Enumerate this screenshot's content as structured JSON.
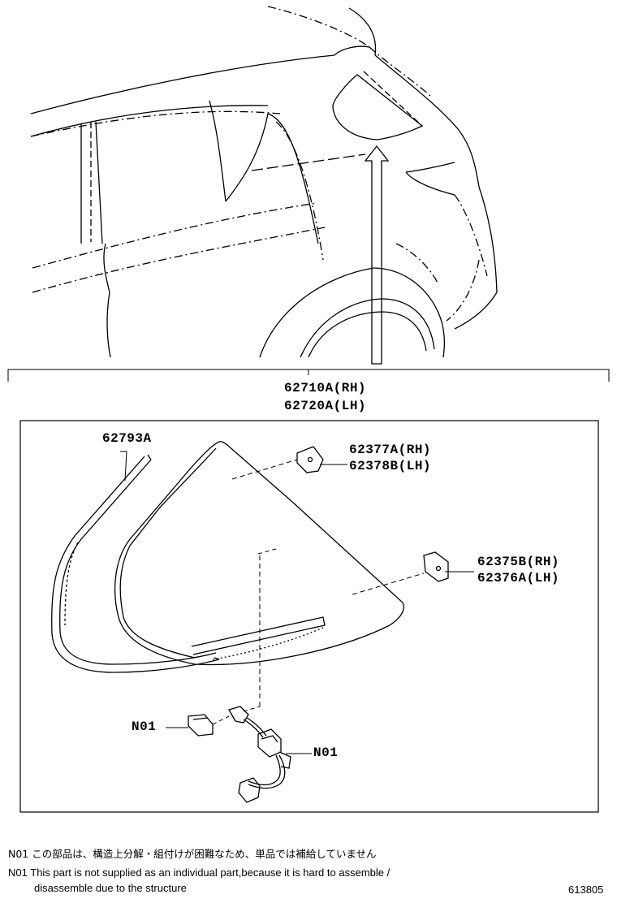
{
  "labels": {
    "glass_rh": "62710A(RH)",
    "glass_lh": "62720A(LH)",
    "molding": "62793A",
    "clip_a_rh": "62377A(RH)",
    "clip_a_lh": "62378B(LH)",
    "clip_b_rh": "62375B(RH)",
    "clip_b_lh": "62376A(LH)",
    "n01_left": "N01",
    "n01_right": "N01"
  },
  "notes": {
    "n01_jp_code": "N01",
    "n01_jp": "この部品は、構造上分解・組付けが困難なため、単品では補給していません",
    "n01_en_code": "N01",
    "n01_en_line1": "This part is not supplied as an individual part,because it is hard to assemble /",
    "n01_en_line2": "disassemble due to the structure"
  },
  "figure_number": "613805"
}
